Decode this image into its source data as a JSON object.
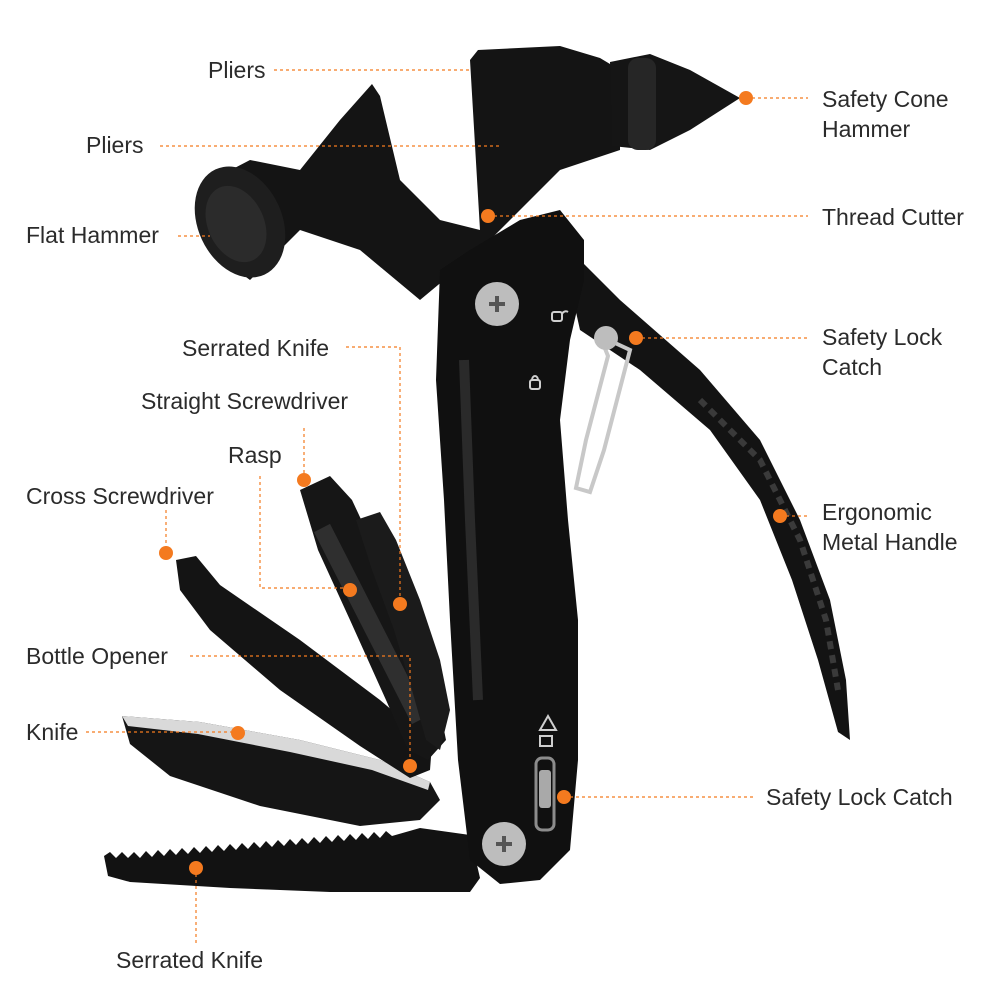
{
  "colors": {
    "accent": "#f47a1f",
    "tool_body": "#111111",
    "tool_highlight": "#3a3a3a",
    "blade_edge": "#d9d9d9",
    "text": "#2b2b2b"
  },
  "labels": {
    "pliers_top": "Pliers",
    "pliers_second": "Pliers",
    "flat_hammer": "Flat Hammer",
    "serrated_knife_upper": "Serrated Knife",
    "straight_screwdriver": "Straight Screwdriver",
    "rasp": "Rasp",
    "cross_screwdriver": "Cross Screwdriver",
    "bottle_opener": "Bottle Opener",
    "knife": "Knife",
    "serrated_knife_lower": "Serrated Knife",
    "safety_cone_hammer_line1": "Safety Cone",
    "safety_cone_hammer_line2": "Hammer",
    "thread_cutter": "Thread Cutter",
    "safety_lock_catch_upper_line1": "Safety Lock",
    "safety_lock_catch_upper_line2": "Catch",
    "ergonomic_handle_line1": "Ergonomic",
    "ergonomic_handle_line2": "Metal Handle",
    "safety_lock_catch_lower": "Safety Lock Catch"
  },
  "icons": [
    "screw-icon",
    "lock-open-icon",
    "lock-closed-icon",
    "safety-lock-slider-icon",
    "callout-dot-icon"
  ]
}
